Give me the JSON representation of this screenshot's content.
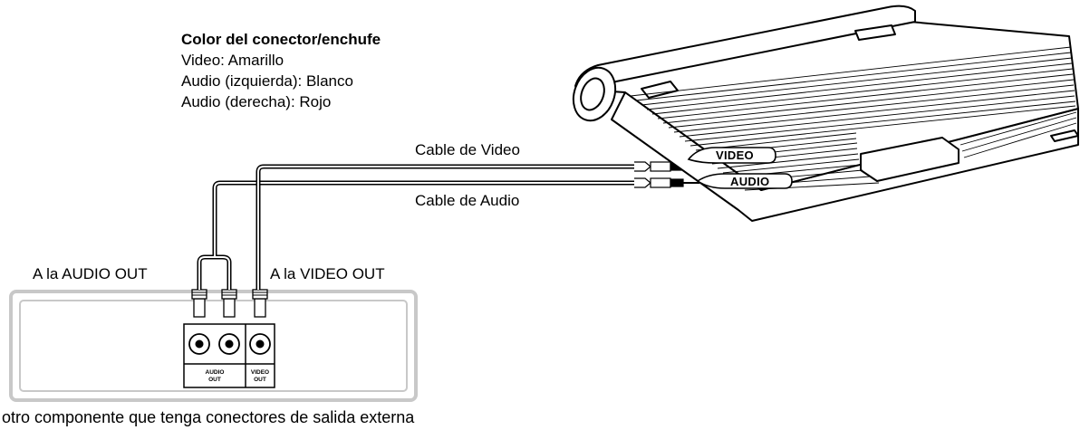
{
  "legend": {
    "title": "Color del conector/enchufe",
    "lines": [
      "Video: Amarillo",
      "Audio (izquierda): Blanco",
      "Audio (derecha): Rojo"
    ]
  },
  "cables": {
    "video": "Cable de Video",
    "audio": "Cable de Audio"
  },
  "jack_tags": {
    "video": "VIDEO",
    "audio": "AUDIO"
  },
  "outputs": {
    "audio_out": "A la AUDIO OUT",
    "video_out": "A la VIDEO OUT"
  },
  "panel": {
    "audio_line1": "AUDIO",
    "audio_line2": "OUT",
    "video_line1": "VIDEO",
    "video_line2": "OUT"
  },
  "caption": "otro componente que tenga conectores de salida externa"
}
